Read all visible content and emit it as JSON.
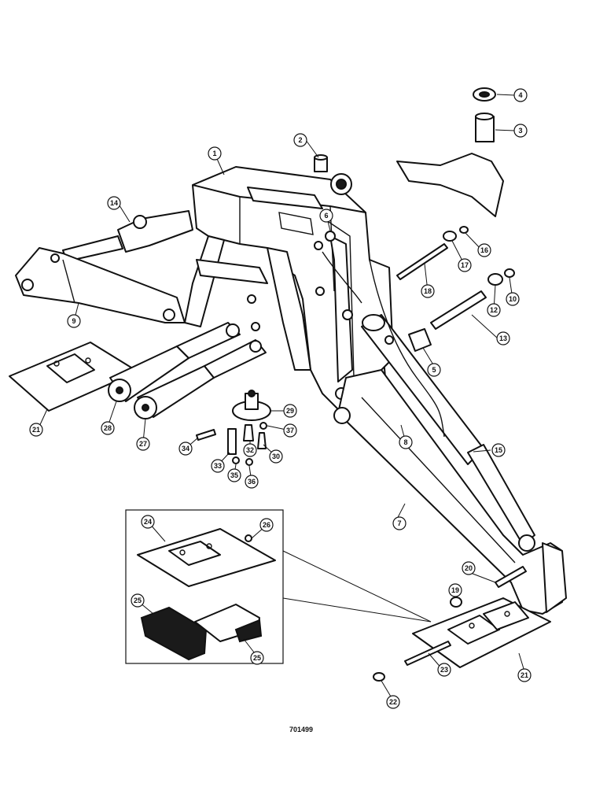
{
  "drawing_number": "701499",
  "callouts": [
    "1",
    "2",
    "3",
    "4",
    "5",
    "6",
    "7",
    "8",
    "9",
    "10",
    "12",
    "13",
    "14",
    "15",
    "16",
    "17",
    "18",
    "19",
    "20",
    "21",
    "21",
    "22",
    "23",
    "24",
    "25",
    "25",
    "26",
    "27",
    "28",
    "29",
    "30",
    "32",
    "33",
    "34",
    "35",
    "36",
    "37"
  ]
}
